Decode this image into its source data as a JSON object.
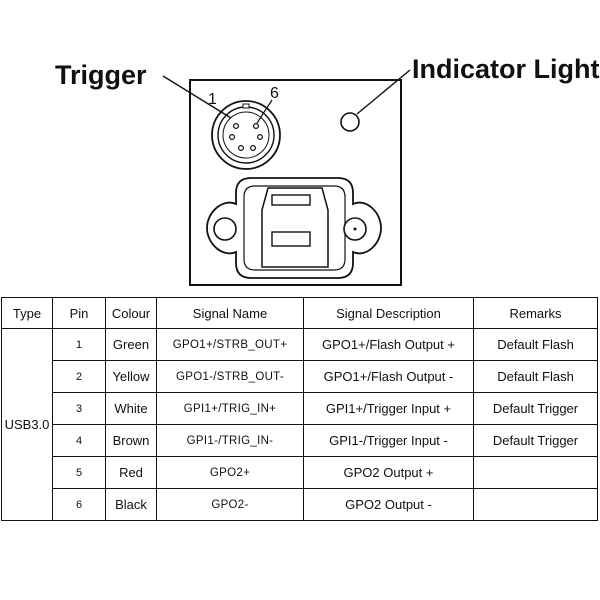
{
  "diagram": {
    "trigger_label": "Trigger",
    "indicator_label": "Indicator Light",
    "pin_first": "1",
    "pin_last": "6"
  },
  "table": {
    "headers": [
      "Type",
      "Pin",
      "Colour",
      "Signal Name",
      "Signal Description",
      "Remarks"
    ],
    "type_value": "USB3.0",
    "rows": [
      {
        "pin": "1",
        "colour": "Green",
        "signal": "GPO1+/STRB_OUT+",
        "description": "GPO1+/Flash Output +",
        "remarks": "Default Flash"
      },
      {
        "pin": "2",
        "colour": "Yellow",
        "signal": "GPO1-/STRB_OUT-",
        "description": "GPO1+/Flash Output -",
        "remarks": "Default Flash"
      },
      {
        "pin": "3",
        "colour": "White",
        "signal": "GPI1+/TRIG_IN+",
        "description": "GPI1+/Trigger Input +",
        "remarks": "Default Trigger"
      },
      {
        "pin": "4",
        "colour": "Brown",
        "signal": "GPI1-/TRIG_IN-",
        "description": "GPI1-/Trigger Input -",
        "remarks": "Default Trigger"
      },
      {
        "pin": "5",
        "colour": "Red",
        "signal": "GPO2+",
        "description": "GPO2 Output +",
        "remarks": ""
      },
      {
        "pin": "6",
        "colour": "Black",
        "signal": "GPO2-",
        "description": "GPO2 Output -",
        "remarks": ""
      }
    ]
  }
}
